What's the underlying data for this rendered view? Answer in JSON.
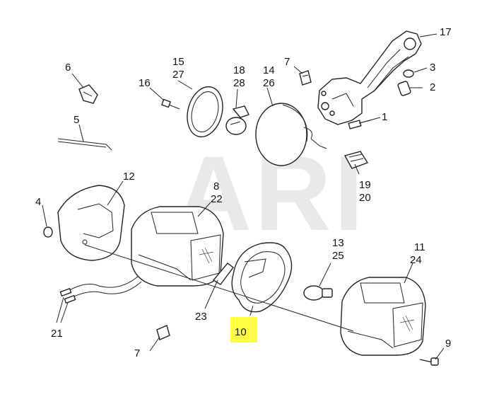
{
  "watermark": "ARI",
  "highlight_color": "#ffff44",
  "callouts": {
    "c1": "1",
    "c2": "2",
    "c3": "3",
    "c4": "4",
    "c5": "5",
    "c6": "6",
    "c7a": "7",
    "c7b": "7",
    "c8": "8",
    "c9": "9",
    "c10": "10",
    "c11": "11",
    "c12": "12",
    "c13": "13",
    "c14": "14",
    "c15": "15",
    "c16": "16",
    "c17": "17",
    "c18": "18",
    "c19": "19",
    "c20": "20",
    "c21": "21",
    "c22": "22",
    "c23": "23",
    "c24": "24",
    "c25": "25",
    "c26": "26",
    "c27": "27",
    "c28": "28"
  }
}
